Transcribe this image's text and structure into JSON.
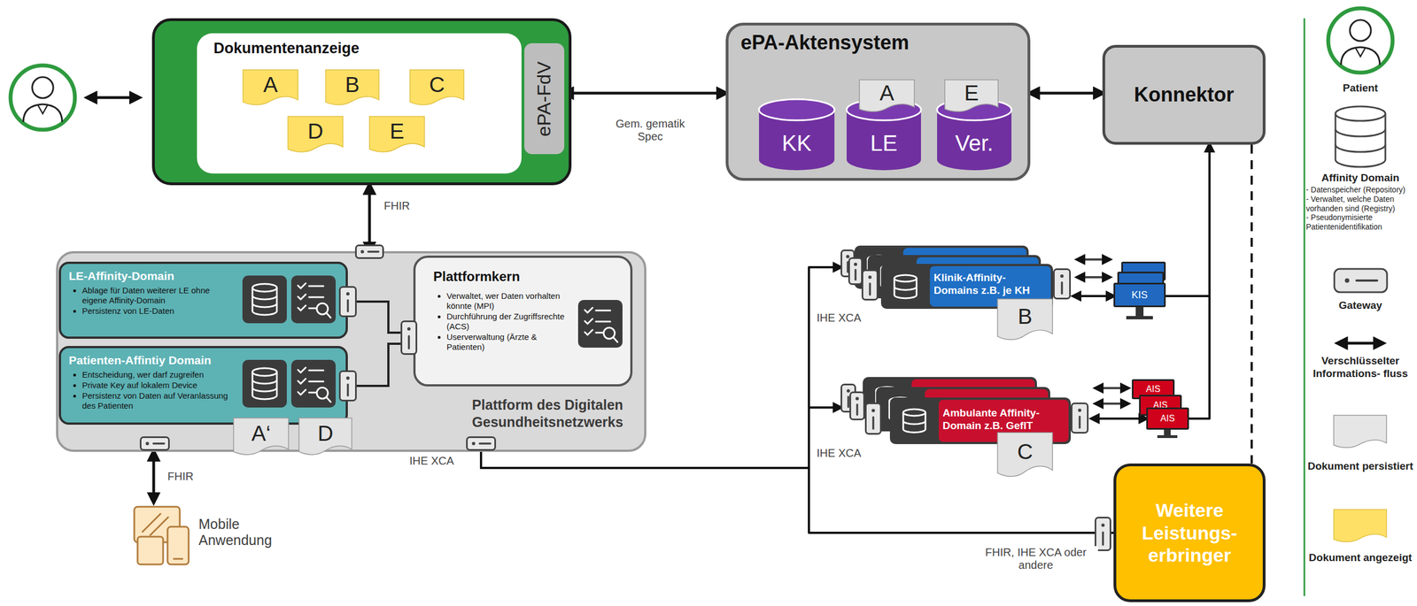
{
  "diagram": {
    "nodes": [
      {
        "text": [
          "Dokumentenanzeige"
        ]
      },
      {
        "text": [
          "A"
        ],
        "in": 0
      },
      {
        "text": [
          "B"
        ],
        "in": 0
      },
      {
        "text": [
          "C"
        ],
        "in": 0
      },
      {
        "text": [
          "D"
        ],
        "in": 0
      },
      {
        "text": [
          "E"
        ],
        "in": 0
      },
      {
        "text": [
          "ePA-FdV"
        ],
        "in": 0
      },
      {
        "text": [
          "ePA-Aktensystem"
        ]
      },
      {
        "text": [
          "KK"
        ],
        "in": 7
      },
      {
        "text": [
          "LE"
        ],
        "in": 7
      },
      {
        "text": [
          "Ver."
        ],
        "in": 7
      },
      {
        "text": [
          "A"
        ],
        "in": 7
      },
      {
        "text": [
          "E"
        ],
        "in": 7
      },
      {
        "text": [
          "Konnektor"
        ]
      },
      {
        "text": [
          "Plattform des Digitalen Gesundheitsnetzwerks"
        ]
      },
      {
        "text": [
          "LE-Affinity-Domain",
          "Ablage für Daten weiterer LE ohne eigene Affinity-Domain",
          "Persistenz von LE-Daten"
        ],
        "in": 14
      },
      {
        "text": [
          "Patienten-Affintiy Domain",
          "Entscheidung, wer darf zugreifen",
          "Private Key auf lokalem Device",
          "Persistenz von Daten auf Veranlassung des Patienten"
        ],
        "in": 14
      },
      {
        "text": [
          "A‘"
        ],
        "in": 14
      },
      {
        "text": [
          "D"
        ],
        "in": 14
      },
      {
        "text": [
          "Plattformkern",
          "Verwaltet, wer Daten vorhalten könnte (MPI)",
          "Durchführung der Zugriffsrechte (ACS)",
          "Userverwaltung (Ärzte & Patienten)"
        ],
        "in": 14
      },
      {
        "text": [
          "Mobile Anwendung"
        ]
      },
      {
        "text": [
          "Klinik-Affinity- Domains z.B. je KH"
        ]
      },
      {
        "text": [
          "B"
        ]
      },
      {
        "text": [
          "KIS"
        ]
      },
      {
        "text": [
          "Ambulante Affinity- Domain z.B. GefIT"
        ]
      },
      {
        "text": [
          "C"
        ]
      },
      {
        "text": [
          "AIS"
        ]
      },
      {
        "text": [
          "AIS"
        ]
      },
      {
        "text": [
          "AIS"
        ]
      },
      {
        "text": [
          "Weitere Leistungs- erbringer"
        ]
      }
    ],
    "edges": [
      {
        "from": 6,
        "to": 7,
        "arrow": "both"
      },
      {
        "from": 7,
        "to": 13,
        "arrow": "both"
      },
      {
        "from": 0,
        "to": 14,
        "arrow": "both"
      },
      {
        "from": 14,
        "to": 20,
        "arrow": "both"
      },
      {
        "from": 14,
        "to": 21,
        "arrow": "to"
      },
      {
        "from": 14,
        "to": 24,
        "arrow": "to"
      },
      {
        "from": 14,
        "to": 29,
        "arrow": "none"
      },
      {
        "from": 21,
        "to": 23,
        "arrow": "both"
      },
      {
        "from": 24,
        "to": 28,
        "arrow": "both"
      },
      {
        "from": 23,
        "to": 13,
        "arrow": "to"
      },
      {
        "from": 28,
        "to": 13,
        "arrow": "to"
      },
      {
        "from": 13,
        "to": 29,
        "arrow": "none"
      }
    ],
    "labels": [
      "Gem. gematik Spec",
      "FHIR",
      "FHIR",
      "IHE XCA",
      "IHE XCA",
      "IHE XCA",
      "FHIR, IHE XCA oder andere",
      "- Datenspeicher (Repository)",
      "- Verwaltet, welche Daten vorhanden sind (Registry)",
      "- Pseudonymisierte Patientenidentifikation"
    ],
    "legend": [
      {
        "text": "Patient"
      },
      {
        "text": "Affinity Domain"
      },
      {
        "text": "Gateway"
      },
      {
        "text": "Verschlüsselter Informations- fluss"
      },
      {
        "text": "Dokument persistiert",
        "color": "#e6e6e6"
      },
      {
        "text": "Dokument angezeigt",
        "color": "#ffe066"
      }
    ]
  }
}
